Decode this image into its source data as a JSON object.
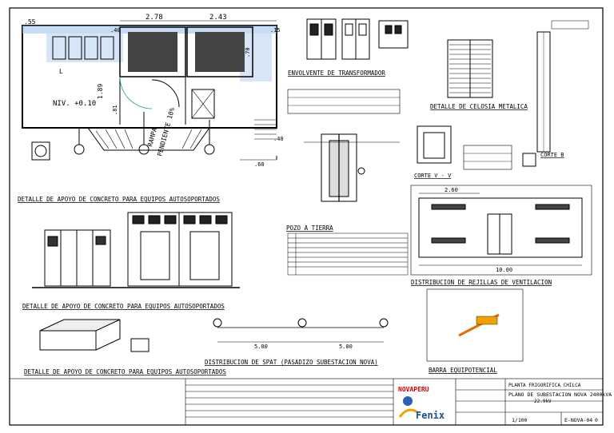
{
  "plan": {
    "dim_top_left": "2.78",
    "dim_top_right": "2.43",
    "dim_left_small": ".55",
    "dim_left_mid": ".40",
    "dim_vertical": "1.89",
    "level_label": "NIV. +0.10",
    "ramp_label": "RAMPA",
    "slope_label": "PENDIENTE 10%",
    "dim_bottom_a": ".40",
    "dim_bottom_b": ".60",
    "dim_right_small": ".15",
    "dim_right_b": ".70",
    "dim_right_c": ".81",
    "letter_l": "L"
  },
  "titles": {
    "envolvente": "ENVOLVENTE DE TRANSFORMADOR",
    "celosia": "DETALLE DE CELOSIA METALICA",
    "apoyo_1": "DETALLE DE APOYO DE CONCRETO PARA EQUIPOS AUTOSOPORTADOS",
    "pozo": "POZO A TIERRA",
    "corte_vv": "CORTE V - V",
    "corte_b": "CORTE B",
    "rejillas": "DISTRIBUCION DE REJILLAS DE VENTILACION",
    "apoyo_2": "DETALLE DE APOYO DE CONCRETO PARA EQUIPOS AUTOSOPORTADOS",
    "spat": "DISTRIBUCION DE SPAT (PASADIZO SUBESTACION NOVA)",
    "apoyo_3": "DETALLE DE APOYO DE CONCRETO PARA EQUIPOS AUTOSOPORTADOS",
    "barra": "BARRA EQUIPOTENCIAL"
  },
  "dims": {
    "rejilla_top": "2.60",
    "rejilla_bottom": "10.00",
    "spat_a": "5.00",
    "spat_b": "5.00"
  },
  "titleblock": {
    "brand": "NOVAPERU",
    "company": "Fenix",
    "project_title": "PLANO DE SUBESTACION NOVA 2400kVA",
    "voltage": "22.9kV",
    "plant": "PLANTA FRIGORIFICA CHILCA",
    "sheet_code": "E-NOVA-04",
    "scale": "1/100",
    "revision": "0"
  }
}
